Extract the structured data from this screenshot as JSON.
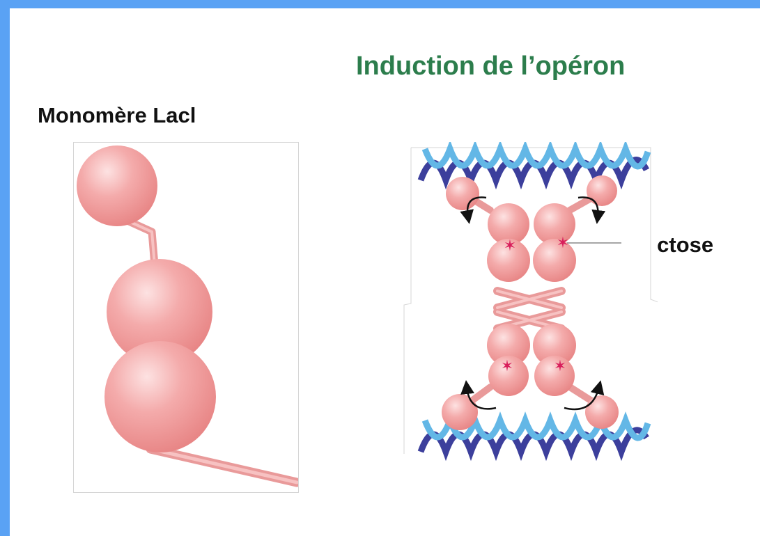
{
  "title": "Induction de l’opéron",
  "monomer_label": "Monomère Lacl",
  "lactose_label": "Lactose",
  "colors": {
    "border": "#5aa2f4",
    "title": "#2c7d4c",
    "protein": "#f3a3a3",
    "lactose": "#d81e5b",
    "dna_dark": "#3c3f9c",
    "dna_light": "#63b7e6"
  }
}
